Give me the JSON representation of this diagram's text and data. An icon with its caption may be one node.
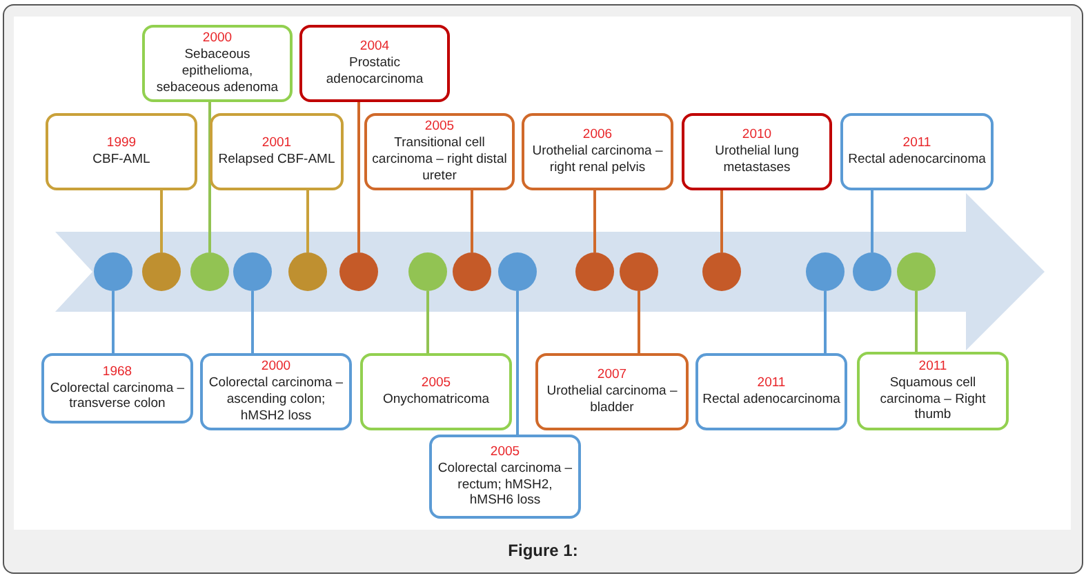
{
  "diagram": {
    "caption": "Figure 1:",
    "nodes": [
      {
        "text": [
          "2000",
          "Sebaceous epithelioma, sebaceous adenoma"
        ]
      },
      {
        "text": [
          "2004",
          "Prostatic adenocarcinoma"
        ]
      },
      {
        "text": [
          "1999",
          "CBF-AML"
        ]
      },
      {
        "text": [
          "2001",
          "Relapsed CBF-AML"
        ]
      },
      {
        "text": [
          "2005",
          "Transitional cell carcinoma – right distal ureter"
        ]
      },
      {
        "text": [
          "2006",
          "Urothelial carcinoma – right renal pelvis"
        ]
      },
      {
        "text": [
          "2010",
          "Urothelial lung metastases"
        ]
      },
      {
        "text": [
          "2011",
          "Rectal adenocarcinoma"
        ]
      },
      {
        "text": [],
        "shape": "arrow"
      },
      {
        "text": [],
        "shape": "circle",
        "in": 8
      },
      {
        "text": [],
        "shape": "circle",
        "in": 8
      },
      {
        "text": [],
        "shape": "circle",
        "in": 8
      },
      {
        "text": [],
        "shape": "circle",
        "in": 8
      },
      {
        "text": [],
        "shape": "circle",
        "in": 8
      },
      {
        "text": [],
        "shape": "circle",
        "in": 8
      },
      {
        "text": [],
        "shape": "circle",
        "in": 8
      },
      {
        "text": [],
        "shape": "circle",
        "in": 8
      },
      {
        "text": [],
        "shape": "circle",
        "in": 8
      },
      {
        "text": [],
        "shape": "circle",
        "in": 8
      },
      {
        "text": [],
        "shape": "circle",
        "in": 8
      },
      {
        "text": [],
        "shape": "circle",
        "in": 8
      },
      {
        "text": [],
        "shape": "circle",
        "in": 8
      },
      {
        "text": [],
        "shape": "circle",
        "in": 8
      },
      {
        "text": [],
        "shape": "circle",
        "in": 8
      },
      {
        "text": [
          "1968",
          "Colorectal carcinoma – transverse colon"
        ]
      },
      {
        "text": [
          "2000",
          "Colorectal carcinoma – ascending colon; hMSH2 loss"
        ]
      },
      {
        "text": [
          "2005",
          "Onychomatricoma"
        ]
      },
      {
        "text": [
          "2007",
          "Urothelial carcinoma – bladder"
        ]
      },
      {
        "text": [
          "2011",
          "Rectal adenocarcinoma"
        ]
      },
      {
        "text": [
          "2011",
          "Squamous cell carcinoma – Right thumb"
        ]
      },
      {
        "text": [
          "2005",
          "Colorectal carcinoma – rectum; hMSH2, hMSH6 loss"
        ]
      }
    ],
    "edges": [
      {
        "from": 0,
        "to": 11,
        "arrow": "none",
        "color": "#92c353"
      },
      {
        "from": 1,
        "to": 14,
        "arrow": "none",
        "color": "#d0692a"
      },
      {
        "from": 2,
        "to": 10,
        "arrow": "none",
        "color": "#c9a13a"
      },
      {
        "from": 3,
        "to": 13,
        "arrow": "none",
        "color": "#c9a13a"
      },
      {
        "from": 4,
        "to": 16,
        "arrow": "none",
        "color": "#d0692a"
      },
      {
        "from": 5,
        "to": 18,
        "arrow": "none",
        "color": "#d0692a"
      },
      {
        "from": 6,
        "to": 20,
        "arrow": "none",
        "color": "#d0692a"
      },
      {
        "from": 7,
        "to": 22,
        "arrow": "none",
        "color": "#5b9bd5"
      },
      {
        "from": 24,
        "to": 9,
        "arrow": "none",
        "color": "#5b9bd5"
      },
      {
        "from": 25,
        "to": 12,
        "arrow": "none",
        "color": "#5b9bd5"
      },
      {
        "from": 26,
        "to": 15,
        "arrow": "none",
        "color": "#92c353"
      },
      {
        "from": 27,
        "to": 19,
        "arrow": "none",
        "color": "#d0692a"
      },
      {
        "from": 28,
        "to": 21,
        "arrow": "none",
        "color": "#5b9bd5"
      },
      {
        "from": 29,
        "to": 23,
        "arrow": "none",
        "color": "#92c353"
      },
      {
        "from": 30,
        "to": 17,
        "arrow": "none",
        "color": "#5b9bd5"
      }
    ]
  }
}
